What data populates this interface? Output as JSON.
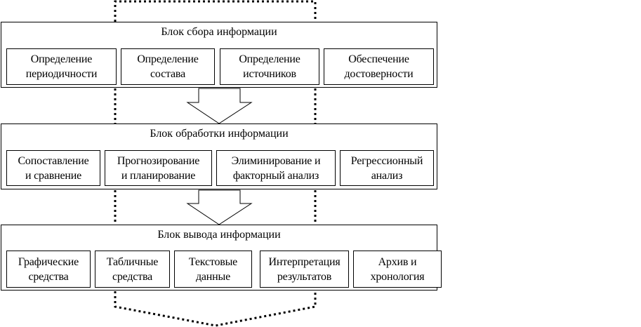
{
  "diagram": {
    "blocks": [
      {
        "id": "collect",
        "title": "Блок сбора информации",
        "items": [
          "Определение\nпериодичности",
          "Определение\nсостава",
          "Определение\nисточников",
          "Обеспечение\nдостоверности"
        ]
      },
      {
        "id": "process",
        "title": "Блок обработки информации",
        "items": [
          "Сопоставление\nи сравнение",
          "Прогнозирование\nи планирование",
          "Элиминирование и\nфакторный анализ",
          "Регрессионный\nанализ"
        ]
      },
      {
        "id": "output",
        "title": "Блок вывода информации",
        "items": [
          "Графические\nсредства",
          "Табличные\nсредства",
          "Текстовые\nданные",
          "Интерпретация\nрезультатов",
          "Архив и\nхронология"
        ]
      }
    ],
    "flow": [
      {
        "from": "collect",
        "to": "process",
        "type": "solid-arrow"
      },
      {
        "from": "process",
        "to": "output",
        "type": "solid-arrow"
      },
      {
        "from": "output",
        "to": "collect",
        "type": "dotted-feedback-loop"
      }
    ],
    "colors": {
      "line": "#000000",
      "background": "#ffffff"
    }
  }
}
